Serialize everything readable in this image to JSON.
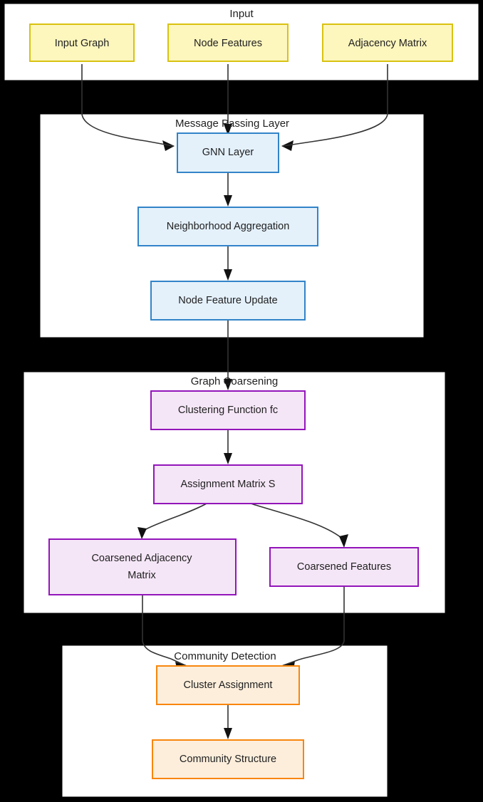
{
  "diagram": {
    "title": "GNN Graph Coarsening and Community Detection Pipeline",
    "background_color": "#000000",
    "container_color": "#ffffff",
    "edge_color": "#333333"
  },
  "clusters": [
    {
      "id": "input",
      "label": "Input",
      "accent_fill": "#fdf6bd",
      "accent_stroke": "#d9c211",
      "nodes": [
        {
          "id": "input_graph",
          "label": "Input Graph"
        },
        {
          "id": "node_features",
          "label": "Node Features"
        },
        {
          "id": "adjacency_matrix",
          "label": "Adjacency Matrix"
        }
      ]
    },
    {
      "id": "message_passing",
      "label": "Message Passing Layer",
      "accent_fill": "#e4f1fb",
      "accent_stroke": "#3284c8",
      "nodes": [
        {
          "id": "gnn_layer",
          "label": "GNN Layer"
        },
        {
          "id": "neighborhood_aggregation",
          "label": "Neighborhood Aggregation"
        },
        {
          "id": "node_feature_update",
          "label": "Node Feature Update"
        }
      ]
    },
    {
      "id": "graph_coarsening",
      "label": "Graph Coarsening",
      "accent_fill": "#f5e6f7",
      "accent_stroke": "#9315ba",
      "nodes": [
        {
          "id": "clustering_function",
          "label": "Clustering Function fc"
        },
        {
          "id": "assignment_matrix",
          "label": "Assignment Matrix S"
        },
        {
          "id": "coarsened_adjacency_line1",
          "label": "Coarsened Adjacency"
        },
        {
          "id": "coarsened_adjacency_line2",
          "label": "Matrix"
        },
        {
          "id": "coarsened_features",
          "label": "Coarsened Features"
        }
      ]
    },
    {
      "id": "community_detection",
      "label": "Community Detection",
      "accent_fill": "#fdeedb",
      "accent_stroke": "#f8860d",
      "nodes": [
        {
          "id": "cluster_assignment",
          "label": "Cluster Assignment"
        },
        {
          "id": "community_structure",
          "label": "Community Structure"
        }
      ]
    }
  ],
  "edges": [
    {
      "from": "Input Graph",
      "to": "GNN Layer"
    },
    {
      "from": "Node Features",
      "to": "GNN Layer"
    },
    {
      "from": "Adjacency Matrix",
      "to": "GNN Layer"
    },
    {
      "from": "GNN Layer",
      "to": "Neighborhood Aggregation"
    },
    {
      "from": "Neighborhood Aggregation",
      "to": "Node Feature Update"
    },
    {
      "from": "Node Feature Update",
      "to": "Clustering Function fc"
    },
    {
      "from": "Clustering Function fc",
      "to": "Assignment Matrix S"
    },
    {
      "from": "Assignment Matrix S",
      "to": "Coarsened Adjacency Matrix"
    },
    {
      "from": "Assignment Matrix S",
      "to": "Coarsened Features"
    },
    {
      "from": "Coarsened Adjacency Matrix",
      "to": "Cluster Assignment"
    },
    {
      "from": "Coarsened Features",
      "to": "Cluster Assignment"
    },
    {
      "from": "Cluster Assignment",
      "to": "Community Structure"
    }
  ]
}
